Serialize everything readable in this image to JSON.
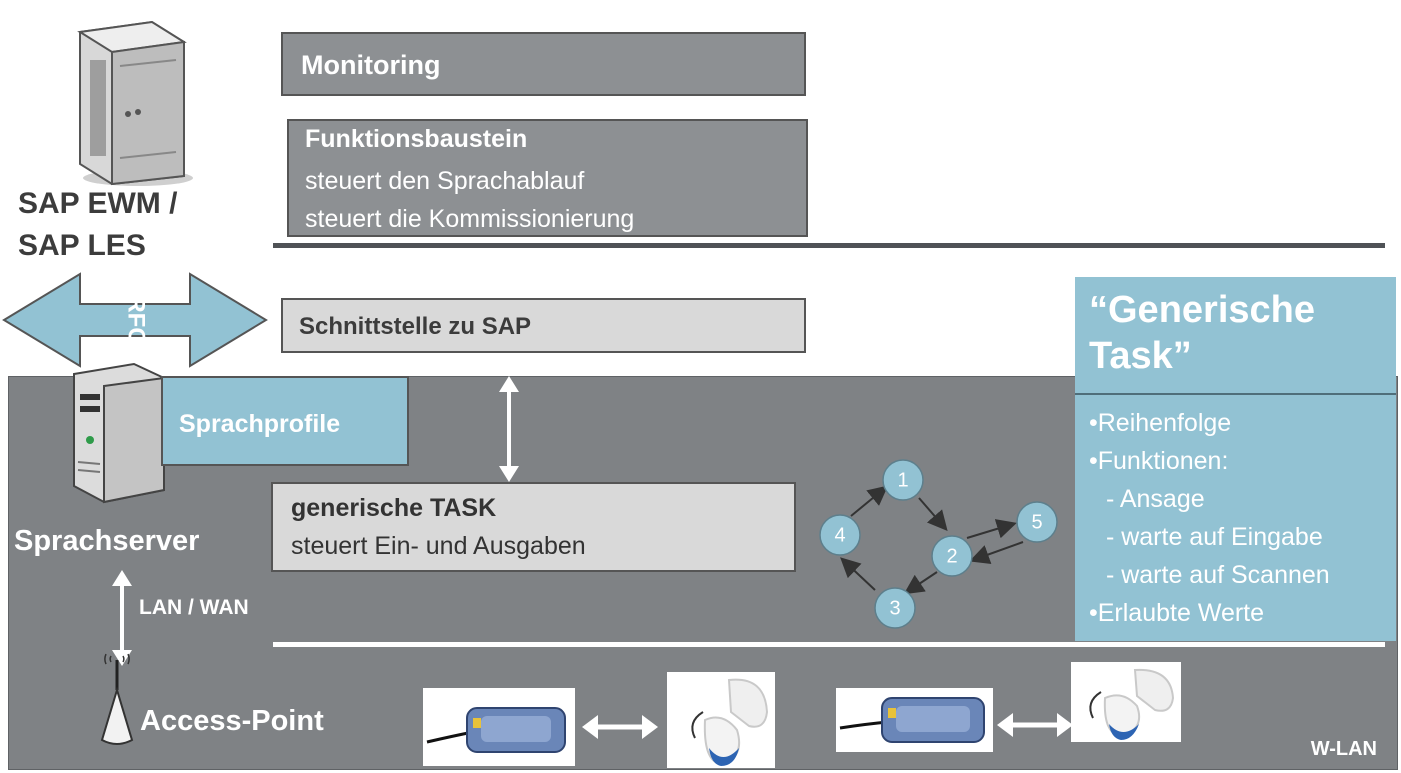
{
  "server": {
    "label_line1": "SAP EWM /",
    "label_line2": "SAP LES"
  },
  "rfc_label": "RFC",
  "boxes": {
    "monitoring": "Monitoring",
    "funktionsbaustein": {
      "title": "Funktionsbaustein",
      "line1": "steuert den Sprachablauf",
      "line2": "steuert die Kommissionierung"
    },
    "schnittstelle": "Schnittstelle zu SAP",
    "sprachprofile": "Sprachprofile",
    "task": {
      "title": "generische TASK",
      "line1": "steuert Ein- und Ausgaben"
    }
  },
  "sprachserver_label": "Sprachserver",
  "lan_wan_label": "LAN / WAN",
  "access_point_label": "Access-Point",
  "wlan_label": "W-LAN",
  "flow_nodes": [
    "1",
    "2",
    "3",
    "4",
    "5"
  ],
  "generic_task": {
    "title_line1": "“Generische",
    "title_line2": "Task”",
    "items": [
      "•Reihenfolge",
      "•Funktionen:",
      " - Ansage",
      " - warte auf Eingabe",
      " - warte auf Scannen",
      "•Erlaubte Werte"
    ]
  },
  "colors": {
    "accent_blue": "#92c2d3",
    "panel_grey": "#7f8285",
    "box_dark": "#8d9093",
    "box_light": "#d9d9d9"
  }
}
